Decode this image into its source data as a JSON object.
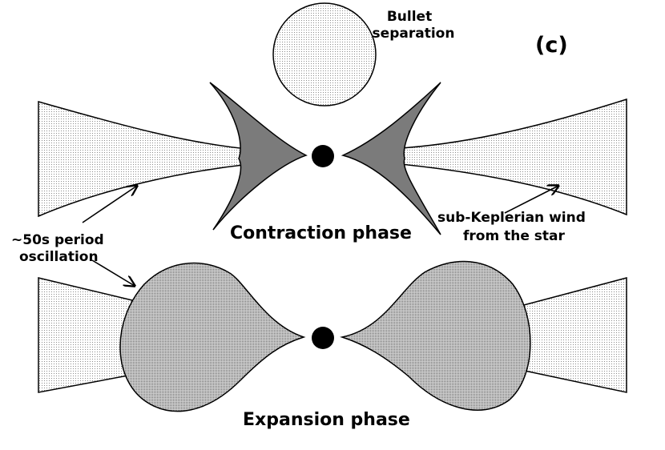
{
  "panel_label": "(c)",
  "bullet_label": {
    "line1": "Bullet",
    "line2": "separation"
  },
  "contraction_label": "Contraction phase",
  "expansion_label": "Expansion phase",
  "oscillation_label": {
    "line1": "~50s period",
    "line2": "oscillation"
  },
  "wind_label": {
    "line1": "sub-Keplerian wind",
    "line2": "from the star"
  },
  "colors": {
    "ink": "#000000",
    "background": "#ffffff",
    "dot_pattern": "#8a8a8a",
    "dense_pattern": "#6f6f6f",
    "dark_fill": "#7b7b7b"
  }
}
